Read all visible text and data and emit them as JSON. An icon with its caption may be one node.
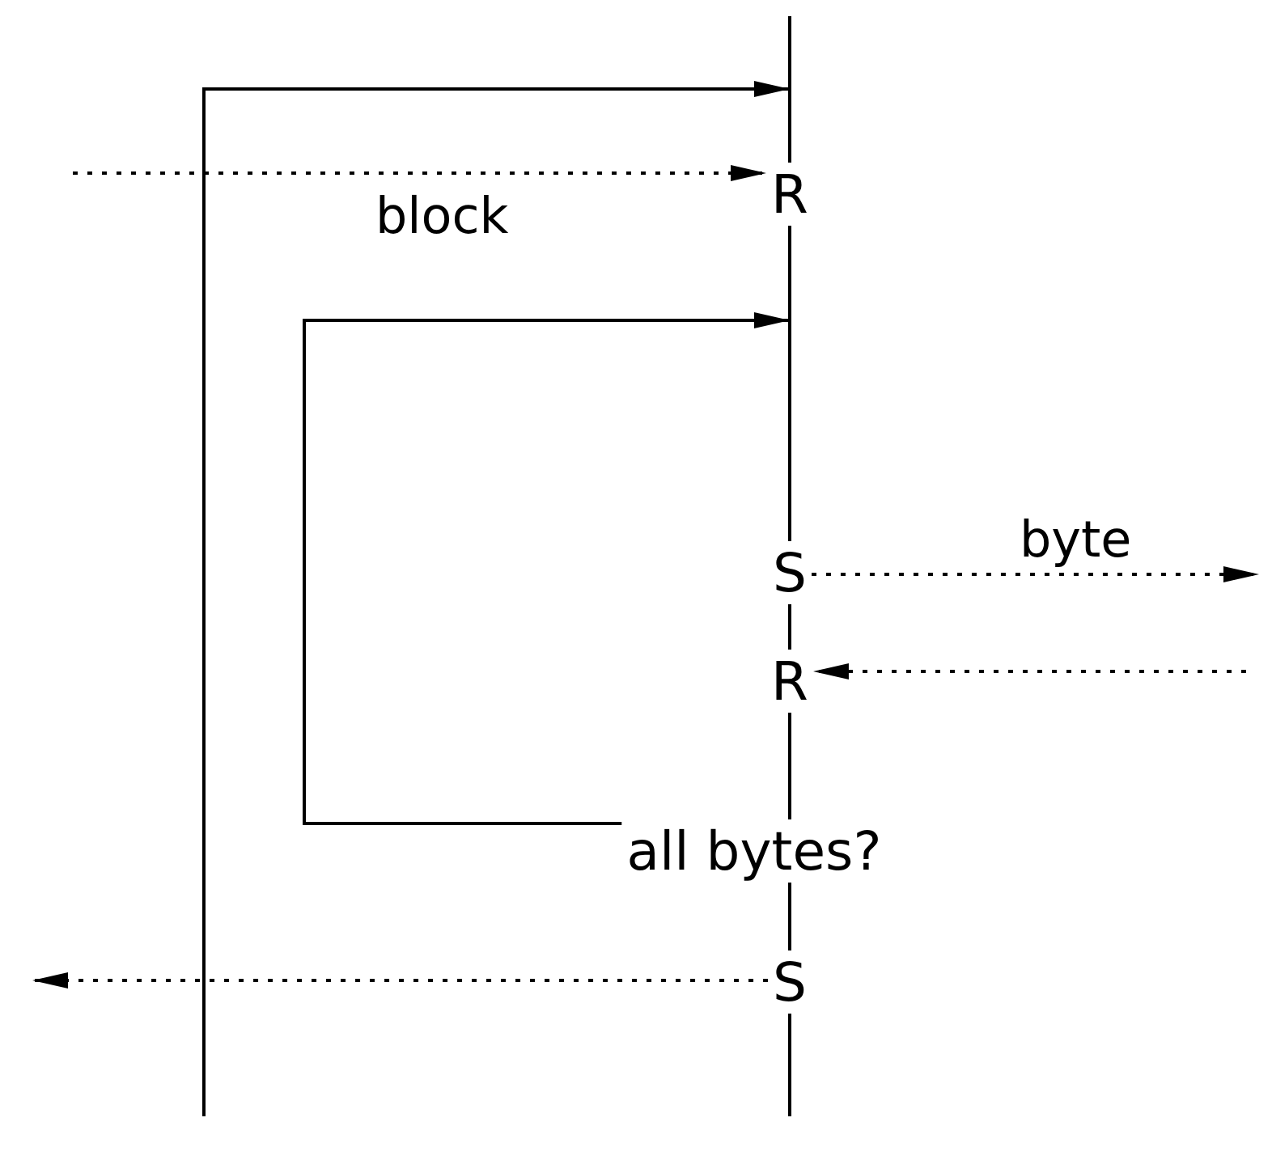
{
  "diagram": {
    "nodes": [
      {
        "text": [
          "R"
        ]
      },
      {
        "text": [
          "S"
        ]
      },
      {
        "text": [
          "R"
        ]
      },
      {
        "text": [
          "all bytes?"
        ]
      },
      {
        "text": [
          "S"
        ]
      }
    ],
    "edges": [
      {
        "from": null,
        "to": 0,
        "arrow": "to",
        "label": "block",
        "style": "dashed"
      },
      {
        "from": 1,
        "to": null,
        "arrow": "to",
        "label": "byte",
        "style": "dashed"
      },
      {
        "from": null,
        "to": 2,
        "arrow": "to",
        "style": "dashed"
      },
      {
        "from": 4,
        "to": null,
        "arrow": "to",
        "style": "dashed"
      },
      {
        "from": 3,
        "to": null,
        "arrow": "to"
      }
    ]
  }
}
